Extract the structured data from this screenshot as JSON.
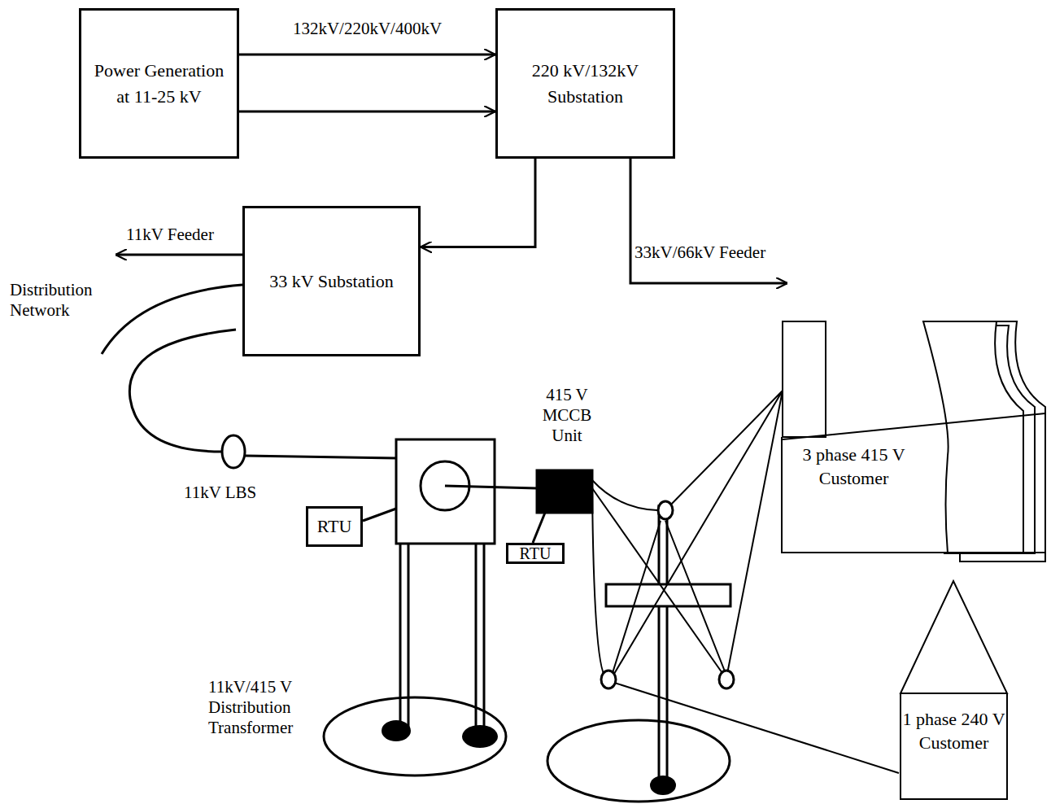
{
  "diagram": {
    "nodes": [
      {
        "text": [
          "Power Generation at 11-25 kV"
        ]
      },
      {
        "text": [
          "220 kV/132kV Substation"
        ]
      },
      {
        "text": [
          "33 kV Substation"
        ]
      },
      {
        "text": [
          "RTU"
        ]
      },
      {
        "text": [
          "RTU"
        ]
      },
      {
        "text": [
          "3 phase 415 V Customer"
        ]
      },
      {
        "text": [
          "1 phase 240 V Customer"
        ]
      }
    ],
    "edges": [
      {
        "from": 0,
        "to": 1,
        "arrow": "to",
        "label": "132kV/220kV/400kV"
      },
      {
        "from": 0,
        "to": 1,
        "arrow": "to"
      },
      {
        "from": 1,
        "to": 2,
        "arrow": "to"
      }
    ],
    "labels": [
      "11kV Feeder",
      "Distribution Network",
      "33kV/66kV Feeder",
      "11kV LBS",
      "415 V MCCB Unit",
      "11kV/415 V Distribution Transformer"
    ]
  }
}
